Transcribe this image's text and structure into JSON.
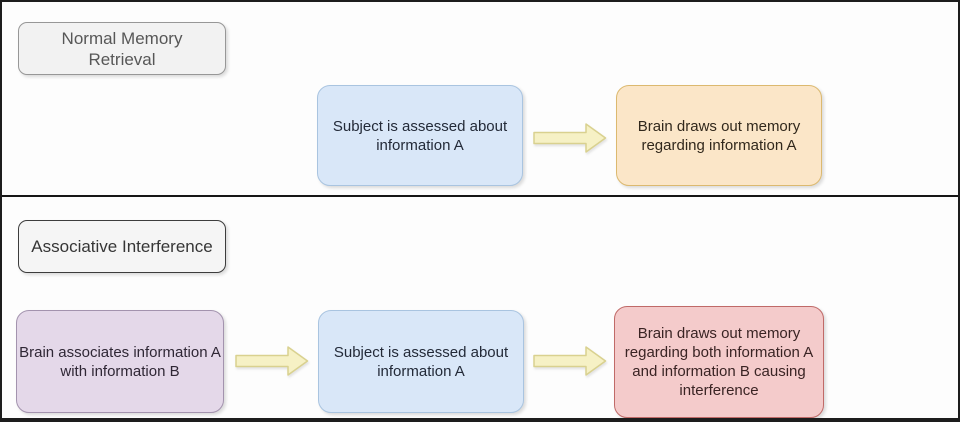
{
  "sections": [
    {
      "label": "Normal Memory Retrieval",
      "label_fill": "#f2f2f2",
      "label_border": "#979797",
      "label_text_color": "#575757",
      "nodes": [
        {
          "text": "Subject is assessed about information A",
          "fill": "#d9e7f8",
          "stroke": "#a9c4e0",
          "text_color": "#232a38"
        },
        {
          "text": "Brain draws out memory regarding information A",
          "fill": "#fbe6c8",
          "stroke": "#dcb96f",
          "text_color": "#31281c"
        }
      ]
    },
    {
      "label": "Associative Interference",
      "label_fill": "#f5f5f5",
      "label_border": "#3d3d3d",
      "label_text_color": "#363636",
      "nodes": [
        {
          "text": "Brain associates information A with information B",
          "fill": "#e4d8e9",
          "stroke": "#a393ae",
          "text_color": "#2f2735"
        },
        {
          "text": "Subject is assessed about information A",
          "fill": "#d9e7f8",
          "stroke": "#a9c4e0",
          "text_color": "#232a38"
        },
        {
          "text": "Brain draws out memory regarding both information A and information B causing interference",
          "fill": "#f4cbcb",
          "stroke": "#c06a68",
          "text_color": "#3a2424"
        }
      ]
    }
  ],
  "arrow": {
    "fill": "#f6f1c5",
    "stroke": "#d9d18f"
  },
  "frame": {
    "background": "#fdfdfd",
    "border_color": "#1d1d1d",
    "divider_color": "#161616"
  }
}
